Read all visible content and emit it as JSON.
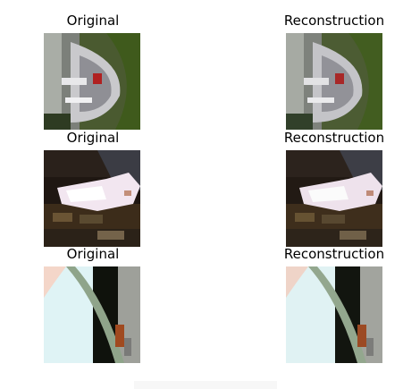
{
  "rows": [
    {
      "left_title": "Original",
      "right_title": "Reconstruction",
      "left_image": "car-image-original",
      "right_image": "car-image-reconstruction"
    },
    {
      "left_title": "Original",
      "right_title": "Reconstruction",
      "left_image": "hand-image-original",
      "right_image": "hand-image-reconstruction"
    },
    {
      "left_title": "Original",
      "right_title": "Reconstruction",
      "left_image": "plane-image-original",
      "right_image": "plane-image-reconstruction"
    }
  ]
}
